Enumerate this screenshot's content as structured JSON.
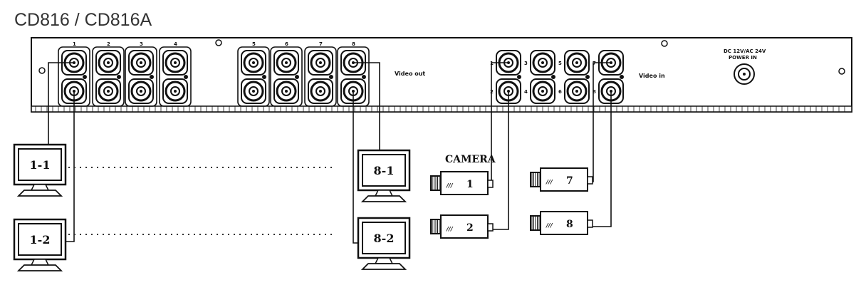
{
  "title": "CD816 / CD816A",
  "panel": {
    "video_out_label": "Video out",
    "video_in_label": "Video in",
    "power_label_line1": "DC 12V/AC 24V",
    "power_label_line2": "POWER  IN",
    "out_channels": [
      "1",
      "2",
      "3",
      "4",
      "5",
      "6",
      "7",
      "8"
    ],
    "in_channels": [
      "1",
      "2",
      "3",
      "4",
      "5",
      "6",
      "7",
      "8"
    ]
  },
  "monitors": [
    "1-1",
    "1-2",
    "8-1",
    "8-2"
  ],
  "camera_title": "CAMERA",
  "cameras": [
    "1",
    "2",
    "7",
    "8"
  ],
  "camera_badge": "///"
}
